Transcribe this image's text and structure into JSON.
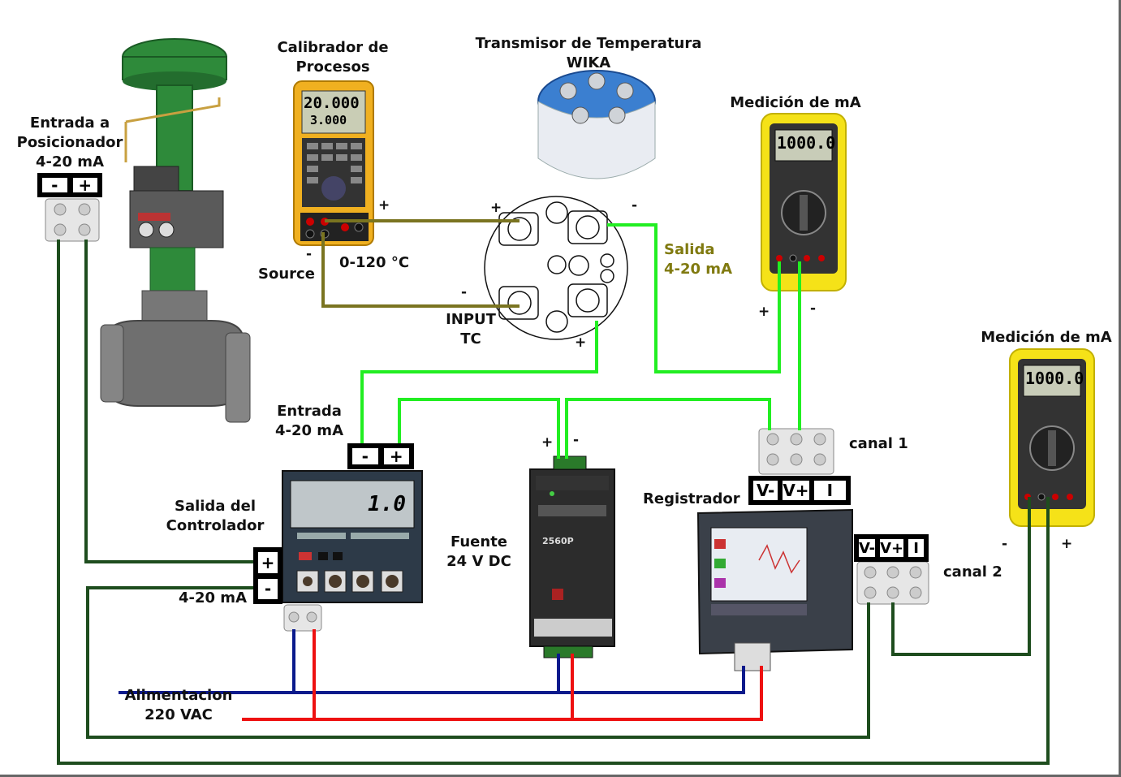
{
  "labels": {
    "entrada_posicionador_l1": "Entrada a",
    "entrada_posicionador_l2": "Posicionador",
    "entrada_posicionador_l3": "4-20 mA",
    "calibrador_l1": "Calibrador de",
    "calibrador_l2": "Procesos",
    "transmisor_l1": "Transmisor de Temperatura",
    "transmisor_l2": "WIKA",
    "medicion1": "Medición de mA",
    "medicion2": "Medición de mA",
    "source": "Source",
    "rango_temp": "0-120 °C",
    "salida_l1": "Salida",
    "salida_l2": "4-20 mA",
    "input_l1": "INPUT",
    "input_l2": "TC",
    "entrada_l1": "Entrada",
    "entrada_l2": "4-20 mA",
    "salida_controlador_l1": "Salida del",
    "salida_controlador_l2": "Controlador",
    "controlador_ma": "4-20 mA",
    "fuente_l1": "Fuente",
    "fuente_l2": "24 V DC",
    "registrador": "Registrador",
    "canal1": "canal 1",
    "canal2": "canal 2",
    "alimentacion_l1": "Alimentacion",
    "alimentacion_l2": "220 VAC"
  },
  "terminals": {
    "minus": "-",
    "plus": "+",
    "v_minus": "V-",
    "v_plus": "V+",
    "i": "I"
  },
  "device_text": {
    "calibrator_display_1": "20.000",
    "calibrator_display_2": "3.000",
    "meter_display": "1000.0",
    "controller_display": "1.0",
    "psu_model": "2560P"
  },
  "colors": {
    "signal_green": "#22ee22",
    "dark_green": "#1e4d1e",
    "olive": "#7a7420",
    "blue": "#0a1a8c",
    "red": "#ee1111"
  }
}
